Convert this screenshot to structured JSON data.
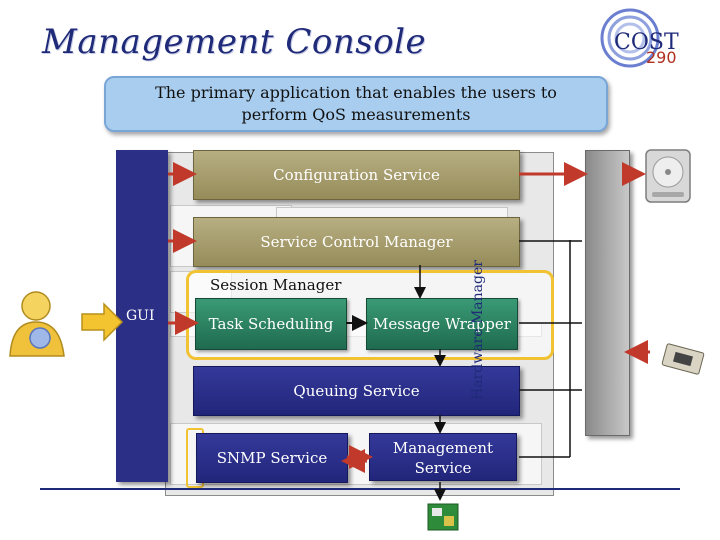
{
  "header": {
    "title": "Management Console",
    "logo_text": "COST",
    "logo_number": "290"
  },
  "subtitle": {
    "line1": "The primary application that enables the users to",
    "line2": "perform QoS measurements"
  },
  "gui": {
    "label": "GUI"
  },
  "components": {
    "configuration_service": "Configuration Service",
    "service_control_manager": "Service Control Manager",
    "session_manager": "Session Manager",
    "task_scheduling": "Task Scheduling",
    "message_wrapper": "Message Wrapper",
    "queuing_service": "Queuing Service",
    "snmp_service": "SNMP Service",
    "management_service_line1": "Management",
    "management_service_line2": "Service"
  },
  "hardware_manager": {
    "label": "Hardware Manager"
  },
  "colors": {
    "title": "#1f2a78",
    "bubble": "#a9cdee",
    "olive": "#a79e6e",
    "green": "#2b8463",
    "blue": "#2b2f86",
    "highlight": "#f1c232",
    "arrow": "#c0392b"
  }
}
